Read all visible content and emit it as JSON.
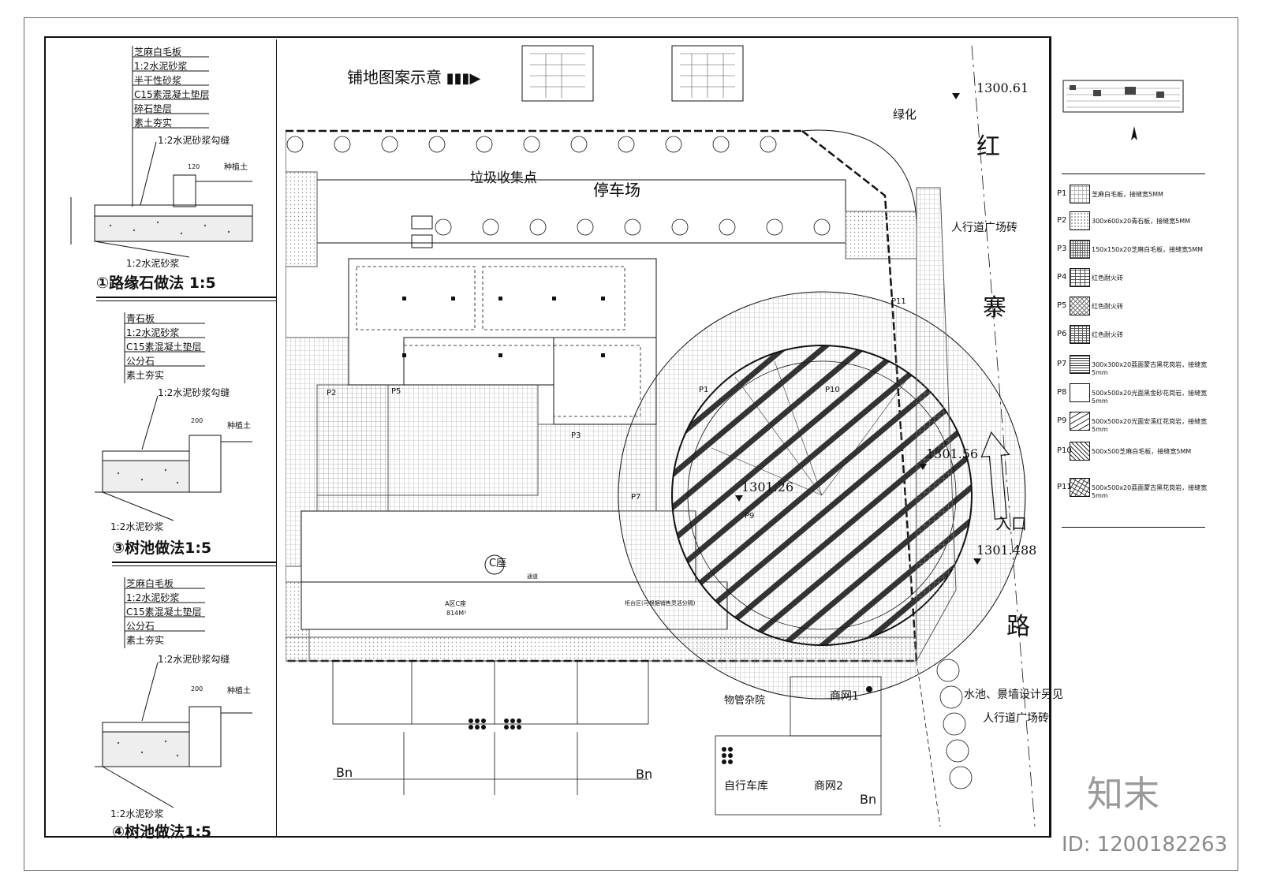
{
  "details": [
    {
      "layers": [
        "芝麻白毛板",
        "1:2水泥砂浆",
        "半干性砂浆",
        "C15素混凝土垫层",
        "碎石垫层",
        "素土夯实"
      ],
      "joint_label": "1:2水泥砂浆勾缝",
      "dims": [
        "120",
        "种植土"
      ],
      "bottom_label": "1:2水泥砂浆",
      "number": "①",
      "title": "路缘石做法 1:5"
    },
    {
      "layers": [
        "青石板",
        "1:2水泥砂浆",
        "C15素混凝土垫层",
        "公分石",
        "素土夯实"
      ],
      "joint_label": "1:2水泥砂浆勾缝",
      "dims": [
        "200",
        "种植土"
      ],
      "bottom_label": "1:2水泥砂浆",
      "number": "③",
      "title": "树池做法1:5"
    },
    {
      "layers": [
        "芝麻白毛板",
        "1:2水泥砂浆",
        "C15素混凝土垫层",
        "公分石",
        "素土夯实"
      ],
      "joint_label": "1:2水泥砂浆勾缝",
      "dims": [
        "200",
        "种植土"
      ],
      "bottom_label": "1:2水泥砂浆",
      "number": "④",
      "title": "树池做法1:5"
    }
  ],
  "plan": {
    "paving_title": "铺地图案示意",
    "labels": {
      "garbage": "垃圾收集点",
      "parking": "停车场",
      "green": "绿化",
      "sidewalk_top": "人行道广场砖",
      "sidewalk_bottom": "人行道广场砖",
      "pool_note": "水池、景墙设计另见",
      "entrance": "入口",
      "seat_c": "C座",
      "property_yard": "物管杂院",
      "shop1": "商网1",
      "shop2": "商网2",
      "bike": "自行车库",
      "bn1": "Bn",
      "bn2": "Bn",
      "bn3": "Bn",
      "area_a": "A区C座",
      "area_val": "814M²",
      "corridor": "通道",
      "counter": "柜台区(可根据销售灵活分隔)"
    },
    "elevations": [
      "1300.61",
      "1301.56",
      "1301.26",
      "1301.488"
    ],
    "road_name": [
      "红",
      "寨",
      "路"
    ],
    "material_tags": [
      "P1",
      "P2",
      "P3",
      "P5",
      "P7",
      "P9",
      "P10",
      "P11"
    ]
  },
  "legend": [
    {
      "code": "P1",
      "desc": "芝麻白毛板，接缝宽5MM"
    },
    {
      "code": "P2",
      "desc": "300x600x20青石板，接缝宽5MM"
    },
    {
      "code": "P3",
      "desc": "150x150x20芝麻白毛板，接缝宽5MM"
    },
    {
      "code": "P4",
      "desc": "红色耐火砖"
    },
    {
      "code": "P5",
      "desc": "红色耐火砖"
    },
    {
      "code": "P6",
      "desc": "红色耐火砖"
    },
    {
      "code": "P7",
      "desc": "300x300x20荔面蒙古黑花岗岩，接缝宽5mm"
    },
    {
      "code": "P8",
      "desc": "500x500x20光面黑金砂花岗岩，接缝宽5mm"
    },
    {
      "code": "P9",
      "desc": "500x500x20光面安溪红花岗岩，接缝宽5mm"
    },
    {
      "code": "P10",
      "desc": "500x500芝麻白毛板，接缝宽5MM"
    },
    {
      "code": "P11",
      "desc": "500x500x20荔面蒙古黑花岗岩，接缝宽5mm"
    }
  ],
  "watermark": {
    "brand": "知末",
    "id": "ID: 1200182263"
  }
}
